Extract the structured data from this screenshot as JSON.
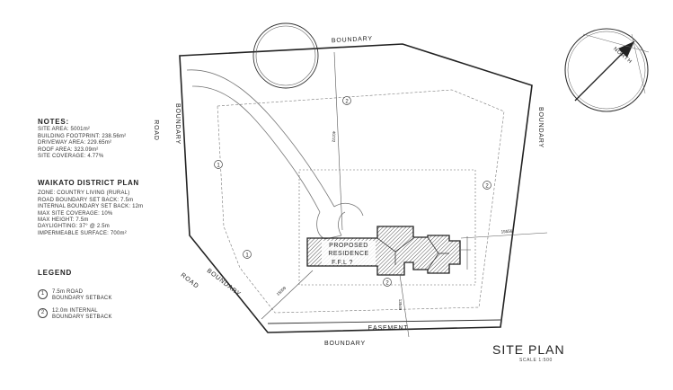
{
  "notes": {
    "heading": "NOTES:",
    "lines": [
      "SITE AREA: 5001m²",
      "BUILDING FOOTPRINT: 238.56m²",
      "DRIVEWAY AREA: 229.65m²",
      "ROOF AREA: 323.09m²",
      "SITE COVERAGE: 4.77%"
    ]
  },
  "district_plan": {
    "heading": "WAIKATO DISTRICT PLAN",
    "lines": [
      "ZONE: COUNTRY LIVING (RURAL)",
      "ROAD BOUNDARY SET BACK: 7.5m",
      "INTERNAL BOUNDARY SET BACK: 12m",
      "MAX SITE COVERAGE: 10%",
      "MAX HEIGHT: 7.5m",
      "DAYLIGHTING: 37° @ 2.5m",
      "IMPERMEABLE SURFACE: 700m²"
    ]
  },
  "legend": {
    "heading": "LEGEND",
    "items": [
      {
        "number": "1",
        "line1": "7.5m ROAD",
        "line2": "BOUNDARY SETBACK"
      },
      {
        "number": "2",
        "line1": "12.0m INTERNAL",
        "line2": "BOUNDARY SETBACK"
      }
    ]
  },
  "plan": {
    "boundary_top": "BOUNDARY",
    "boundary_right": "BOUNDARY",
    "boundary_bottom": "BOUNDARY",
    "boundary_left": "BOUNDARY",
    "road_top_left": "ROAD",
    "road_bottom_left": "ROAD",
    "boundary_bottom_left": "BOUNDARY",
    "easement": "EASEMENT",
    "residence_line1": "PROPOSED",
    "residence_line2": "RESIDENCE",
    "residence_line3": "F.F.L ?",
    "dim_top": "40722",
    "dim_right": "15556",
    "dim_bottom_left": "15009",
    "dim_bottom": "13549",
    "markers": [
      "1",
      "1",
      "2",
      "2",
      "2"
    ],
    "north": "NORTH"
  },
  "title": {
    "main": "SITE PLAN",
    "scale": "SCALE 1:500"
  }
}
